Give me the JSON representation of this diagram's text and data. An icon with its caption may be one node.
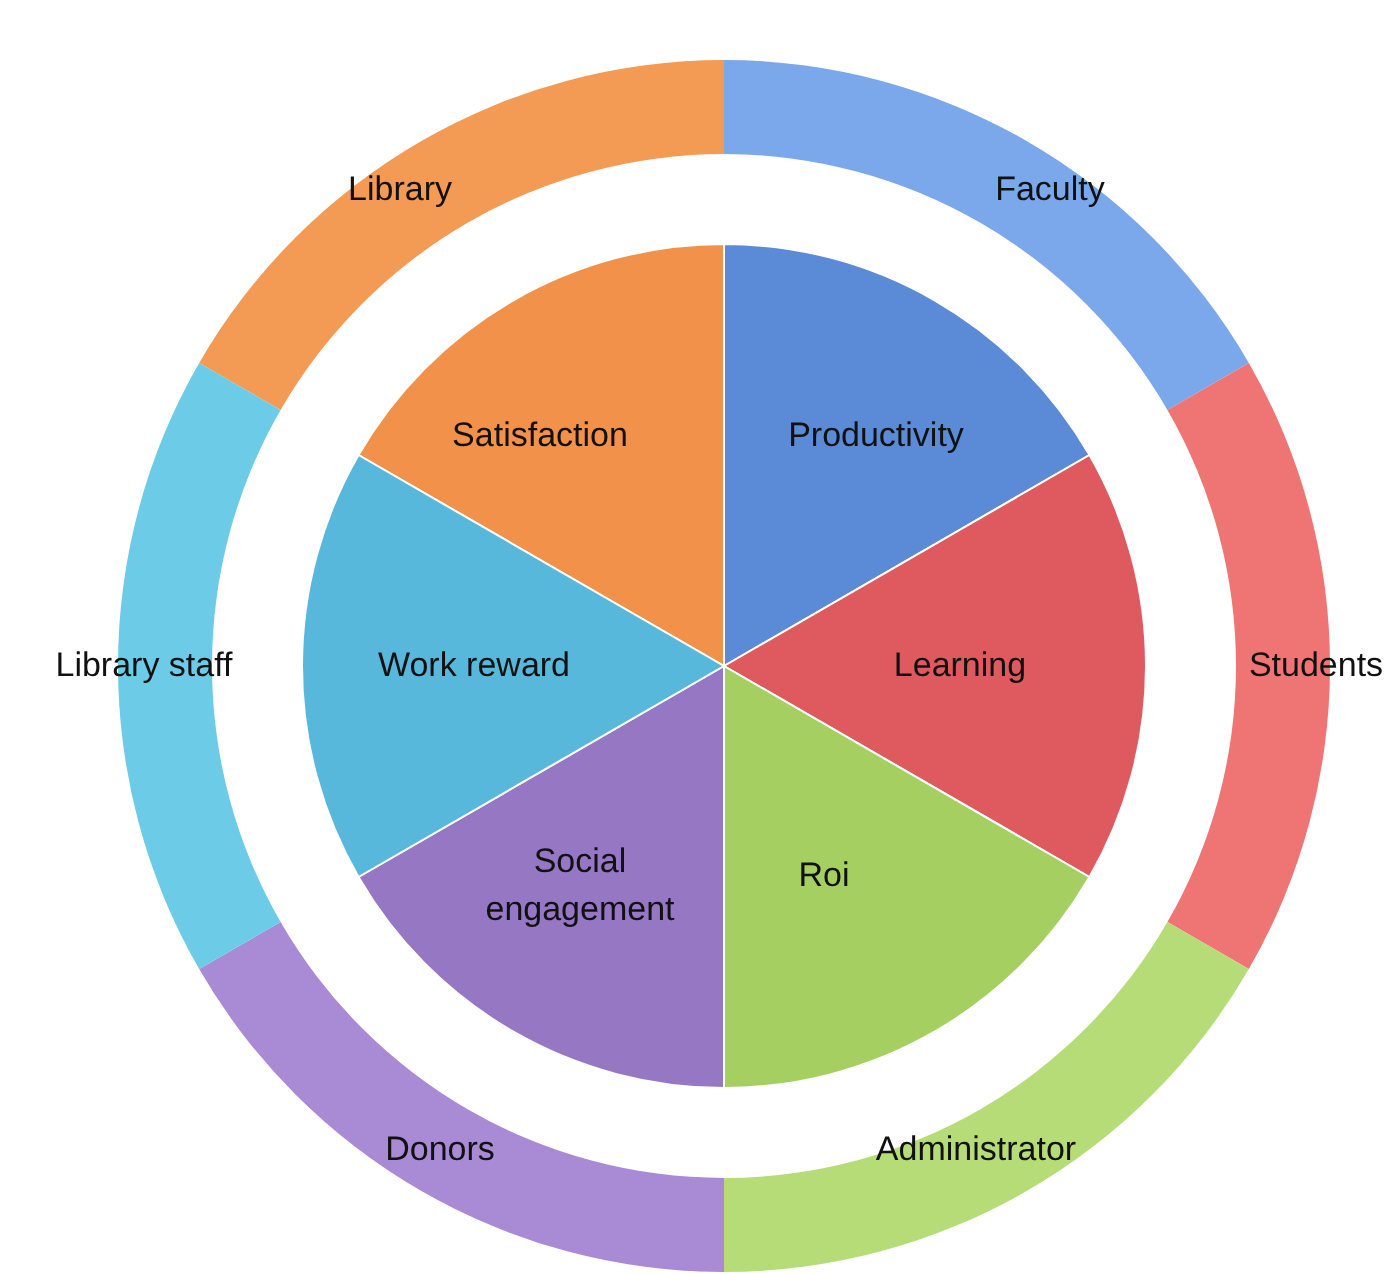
{
  "diagram": {
    "nodes": [
      {
        "text": [
          "Library"
        ]
      },
      {
        "text": [
          "Faculty"
        ]
      },
      {
        "text": [
          "Students"
        ]
      },
      {
        "text": [
          "Administrator"
        ]
      },
      {
        "text": [
          "Donors"
        ]
      },
      {
        "text": [
          "Library staff"
        ]
      },
      {
        "text": [
          "Satisfaction"
        ]
      },
      {
        "text": [
          "Productivity"
        ]
      },
      {
        "text": [
          "Learning"
        ]
      },
      {
        "text": [
          "Roi"
        ]
      },
      {
        "text": [
          "Social engagement"
        ]
      },
      {
        "text": [
          "Work reward"
        ]
      }
    ]
  }
}
